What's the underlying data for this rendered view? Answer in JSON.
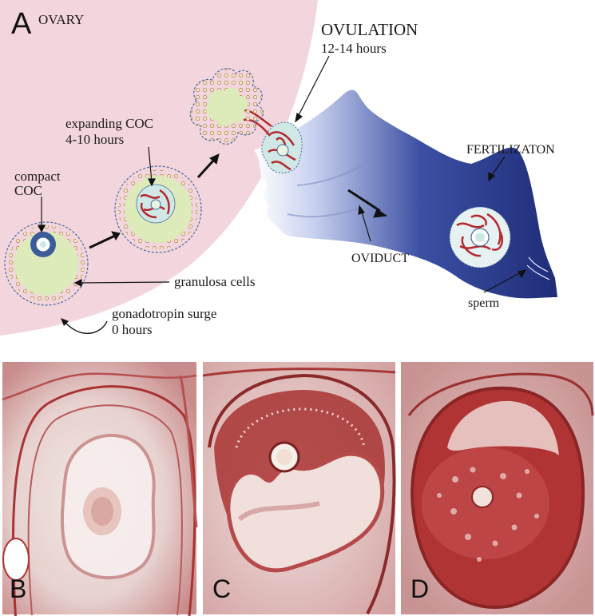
{
  "panel_a": {
    "letter": "A",
    "ovary": "OVARY",
    "ovulation": "OVULATION",
    "ovulation_time": "12-14 hours",
    "expanding_coc": "expanding COC",
    "expanding_time": "4-10 hours",
    "compact_1": "compact",
    "compact_2": "COC",
    "granulosa": "granulosa cells",
    "gonadotropin": "gonadotropin surge",
    "gonadotropin_time": "0 hours",
    "fertilization": "FERTILIZATON",
    "oviduct": "OVIDUCT",
    "sperm": "sperm"
  },
  "panels": [
    {
      "letter": "B"
    },
    {
      "letter": "C"
    },
    {
      "letter": "D"
    }
  ],
  "colors": {
    "ovary_pink": "#f3d6dd",
    "oviduct_blue": "#2a3f93",
    "follicle_green": "#dcebb9",
    "granulosa_tan": "#e2c49a",
    "matrix_red": "#b4282e",
    "tissue_red": "#a93333"
  }
}
